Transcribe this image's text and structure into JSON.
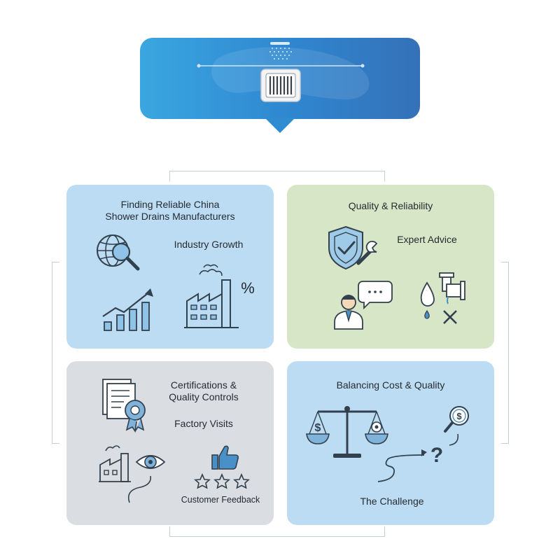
{
  "cards": {
    "top_left": {
      "title_line1": "Finding Reliable China",
      "title_line2": "Shower Drains Manufacturers",
      "label": "Industry Growth",
      "percent": "%"
    },
    "top_right": {
      "title": "Quality & Reliability",
      "label": "Expert Advice"
    },
    "bottom_left": {
      "title_line1": "Certifications &",
      "title_line2": "Quality Controls",
      "label1": "Factory Visits",
      "label2": "Customer Feedback"
    },
    "bottom_right": {
      "title": "Balancing Cost & Quality",
      "label": "The Challenge"
    }
  },
  "colors": {
    "banner_start": "#3aa6e0",
    "banner_end": "#3571b8",
    "card_blue": "#bcdcf3",
    "card_green": "#d6e6c7",
    "card_gray": "#dadde1",
    "icon_line": "#33404d",
    "icon_accent": "#4a90c8"
  },
  "icons": [
    "shower-drain-icon",
    "globe-search-icon",
    "growth-chart-icon",
    "factory-icon",
    "shield-check-icon",
    "expert-person-icon",
    "water-drop-pipe-icon",
    "certificate-icon",
    "factory-eye-icon",
    "thumbs-up-icon",
    "star-rating-icon",
    "balance-scale-icon",
    "dollar-search-icon",
    "question-path-icon"
  ]
}
